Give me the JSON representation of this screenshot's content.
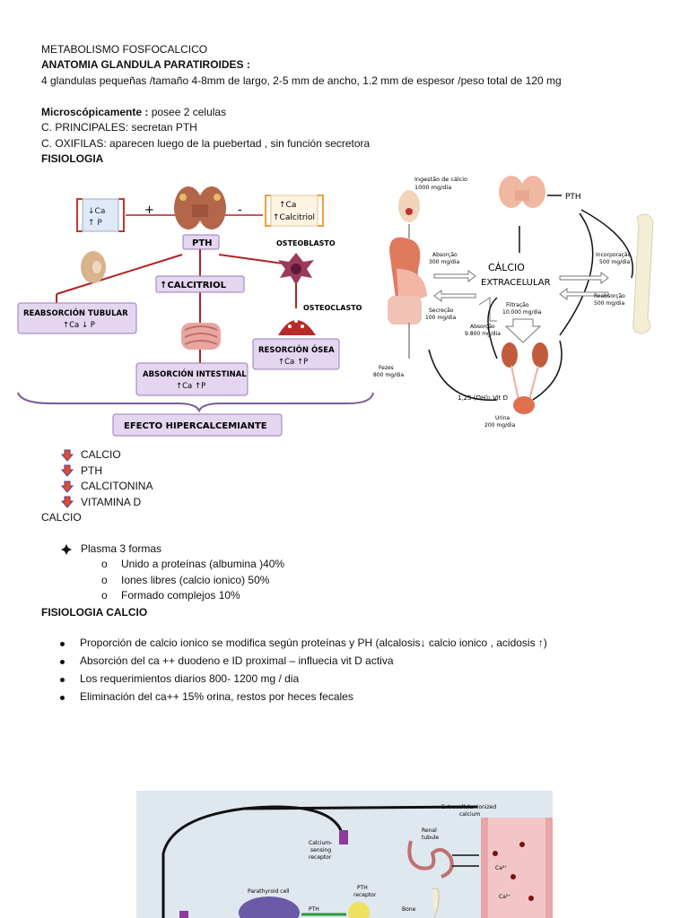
{
  "header": {
    "title": "METABOLISMO FOSFOCALCICO",
    "anatomy_heading": "ANATOMIA GLANDULA PARATIROIDES :",
    "anatomy_text": "4 glandulas pequeñas /tamaño 4-8mm de largo, 2-5 mm de ancho, 1.2 mm de espesor /peso total de 120 mg",
    "micro_label": "Microscópicamente :",
    "micro_text": " posee 2 celulas",
    "principales": "C. PRINCIPALES: secretan PTH",
    "oxifilas": "C. OXIFILAS: aparecen luego de la puebertad , sin función secretora",
    "fisiologia": "FISIOLOGIA"
  },
  "fig_left": {
    "box_left_1": "↓Ca",
    "box_left_2": "↑ P",
    "plus": "+",
    "minus": "-",
    "box_right_1": "↑Ca",
    "box_right_2": "↑Calcitriol",
    "pth": "PTH",
    "osteoblasto": "OSTEOBLASTO",
    "calcitriol": "↑CALCITRIOL",
    "osteoclasto": "OSTEOCLASTO",
    "reab_1": "REABSORCIÓN TUBULAR",
    "reab_2": "↑Ca ↓ P",
    "resor_1": "RESORCIÓN ÓSEA",
    "resor_2": "↑Ca ↑P",
    "absor_1": "ABSORCIÓN INTESTINAL",
    "absor_2": "↑Ca ↑P",
    "efecto": "EFECTO HIPERCALCEMIANTE"
  },
  "fig_right": {
    "ingestao_1": "Ingestão de cálcio",
    "ingestao_2": "1000 mg/dia",
    "pth": "PTH",
    "absorcao_1": "Absorção",
    "absorcao_2": "300 mg/dia",
    "secrecao_1": "Secreção",
    "secrecao_2": "100 mg/dia",
    "calcio_1": "CÁLCIO",
    "calcio_2": "EXTRACELULAR",
    "incorporacao_1": "Incorporação",
    "incorporacao_2": "500 mg/dia",
    "reabsorcao_1": "Reabsorção",
    "reabsorcao_2": "500 mg/dia",
    "filtracao_1": "Filtração",
    "filtracao_2": "10.000 mg/dia",
    "absorcao9_1": "Absorção",
    "absorcao9_2": "9.800 mg/dia",
    "fezes_1": "Fezes",
    "fezes_2": "800 mg/dia",
    "vitd": "1,25 (OH)₂ Vit D",
    "urina_1": "Urina",
    "urina_2": "200 mg/dia"
  },
  "arrow_bullets": [
    "CALCIO",
    "PTH",
    "CALCITONINA",
    "VITAMINA D"
  ],
  "calcio_heading": "CALCIO",
  "plasma": "Plasma  3 formas",
  "plasma_forms": [
    "Unido a proteínas (albumina )40%",
    "Iones  libres (calcio ionico) 50%",
    "Formado complejos 10%"
  ],
  "sub_marker": "o",
  "fisiologia_calcio": "FISIOLOGIA CALCIO",
  "calcio_points": [
    "Proporción de calcio ionico se modifica según proteínas y PH (alcalosis↓ calcio ionico , acidosis ↑)",
    "Absorción del ca ++ duodeno e ID proximal – influecia vit D activa",
    "Los requerimientos diarios 800- 1200 mg / dia",
    "Eliminación del ca++ 15% orina, restos por heces fecales"
  ],
  "fig_bottom": {
    "extracellular_1": "Extracellular ionized",
    "extracellular_2": "calcium",
    "sensing_1": "Calcium-",
    "sensing_2": "sensing",
    "sensing_3": "receptor",
    "renal_1": "Renal",
    "renal_2": "tubule",
    "parathyroid": "Parathyroid cell",
    "pth_receptor_1": "PTH",
    "pth_receptor_2": "receptor",
    "pth": "PTH",
    "bone": "Bone",
    "ca1": "Ca²⁺",
    "ca2": "Ca²⁺"
  },
  "colors": {
    "purple_box": "#e4d6f0",
    "purple_border": "#9a7bb8",
    "bracket_orange": "#e6a23c",
    "arrow_red": "#b22222",
    "bottom_bg": "#dfe7ef"
  }
}
